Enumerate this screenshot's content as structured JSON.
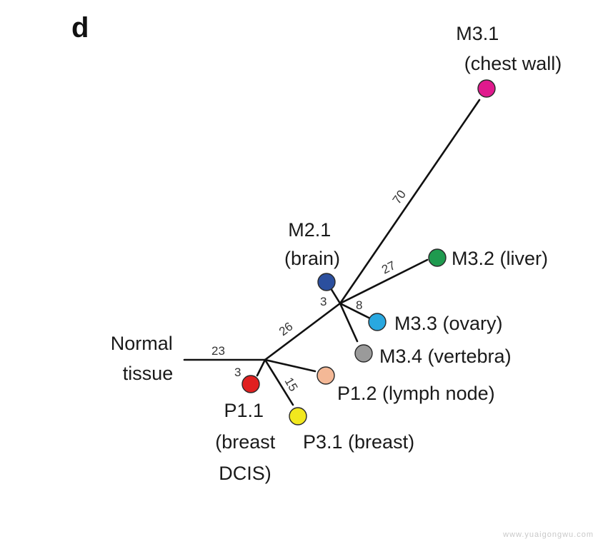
{
  "panel_label": "d",
  "watermark": "www.yuaigongwu.com",
  "nodes": {
    "m31": {
      "lines": [
        "M3.1",
        "(chest wall)"
      ],
      "color": "#e0198d"
    },
    "m21": {
      "lines": [
        "M2.1",
        "(brain)"
      ],
      "color": "#2b4f9e"
    },
    "m32": {
      "lines": [
        "M3.2 (liver)"
      ],
      "color": "#1f9a4f"
    },
    "m33": {
      "lines": [
        "M3.3 (ovary)"
      ],
      "color": "#29a8e0"
    },
    "m34": {
      "lines": [
        "M3.4 (vertebra)"
      ],
      "color": "#9a9a9a"
    },
    "normal": {
      "lines": [
        "Normal",
        "tissue"
      ]
    },
    "p11": {
      "lines": [
        "P1.1",
        "(breast",
        "DCIS)"
      ],
      "color": "#e02020"
    },
    "p12": {
      "lines": [
        "P1.2 (lymph node)"
      ],
      "color": "#f4b896"
    },
    "p31": {
      "lines": [
        "P3.1 (breast)"
      ],
      "color": "#f2e81e"
    }
  },
  "branches": {
    "normal": "23",
    "trunk": "26",
    "m31": "70",
    "m32": "27",
    "m33": "8",
    "m21": "3",
    "p11": "3",
    "p31": "15"
  }
}
